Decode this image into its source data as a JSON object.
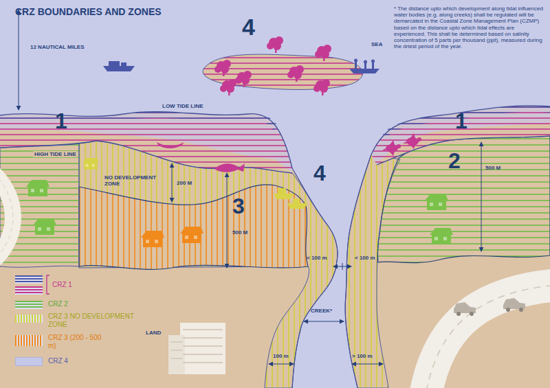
{
  "diagram": {
    "title": "CRZ BOUNDARIES AND ZONES",
    "labels": [
      "12 NAUTICAL MILES",
      "4",
      "SEA",
      "* The distance upto which development along tidal influenced water bodies (e.g. along creeks) shall be regulated will be demarcated in the Coastal Zone Management Plan (CZMP) based on the distance upto which tidal effects are experienced. This shall be determined based on salinity concentration of 5 parts per thousand (ppt), measured during the driest period of the year.",
      "LOW TIDE LINE",
      "1",
      "HIGH TIDE LINE",
      "NO DEVELOPMENT ZONE",
      "200 M",
      "3",
      "500 M",
      "4",
      "1",
      "2",
      "500 M",
      "< 100 m",
      "< 100 m",
      "CREEK*",
      "LAND",
      "100 m",
      "> 100 m"
    ],
    "legend": [
      {
        "text": "CRZ 1",
        "color": "#c2378f"
      },
      {
        "text": "CRZ 2",
        "color": "#6dbb45"
      },
      {
        "text": "CRZ 3 NO DEVELOPMENT ZONE",
        "color": "#d2d23f"
      },
      {
        "text": "CRZ 3 (200 - 500 m)",
        "color": "#f08a1c"
      },
      {
        "text": "CRZ 4",
        "color": "#c4c8ea"
      }
    ]
  }
}
